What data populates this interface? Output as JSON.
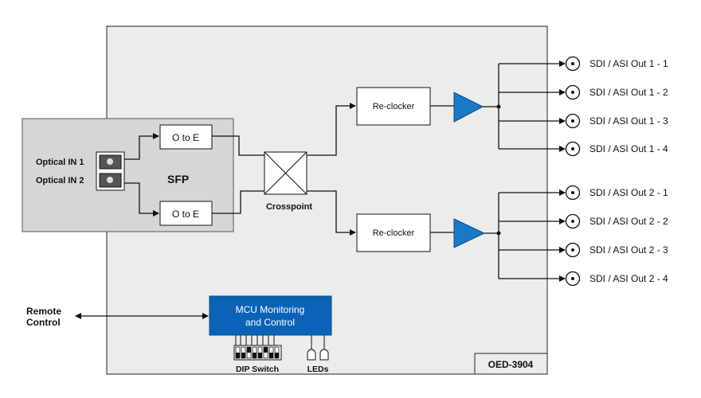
{
  "sfp": {
    "label": "SFP",
    "inputs": [
      "Optical IN 1",
      "Optical IN 2"
    ],
    "converters": [
      "O to E",
      "O to E"
    ]
  },
  "crosspoint": {
    "label": "Crosspoint"
  },
  "reclockers": [
    "Re-clocker",
    "Re-clocker"
  ],
  "outputs": [
    "SDI / ASI Out 1 - 1",
    "SDI / ASI Out 1 - 2",
    "SDI / ASI Out 1 - 3",
    "SDI / ASI Out 1 - 4",
    "SDI / ASI Out 2 - 1",
    "SDI / ASI Out 2 - 2",
    "SDI / ASI Out 2 - 3",
    "SDI / ASI Out 2 - 4"
  ],
  "mcu": {
    "line1": "MCU Monitoring",
    "line2": "and Control",
    "color": "#0b63b8"
  },
  "remote": {
    "line1": "Remote",
    "line2": "Control"
  },
  "dip_switch": {
    "label": "DIP Switch",
    "count": 8
  },
  "leds": {
    "label": "LEDs"
  },
  "model": "OED-3904",
  "colors": {
    "board": "#ececec",
    "sfp_panel": "#d6d6d6",
    "amplifier": "#1a78c8"
  }
}
